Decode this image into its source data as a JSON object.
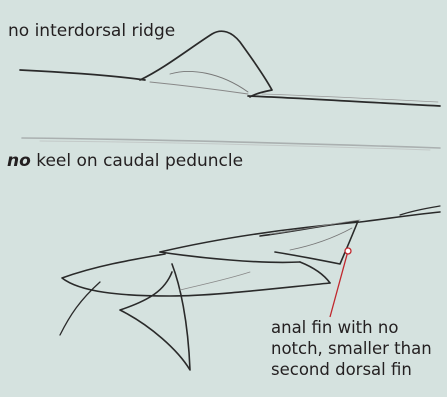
{
  "colors": {
    "background": "#d5e2df",
    "ink": "#231f20",
    "leader_line": "#c0272d"
  },
  "labels": {
    "interdorsal": "no interdorsal ridge",
    "keel_emphasis": "no",
    "keel_rest": " keel on caudal peduncle",
    "anal_fin_lines": [
      "anal fin with no",
      "notch, smaller than",
      "second dorsal fin"
    ]
  }
}
